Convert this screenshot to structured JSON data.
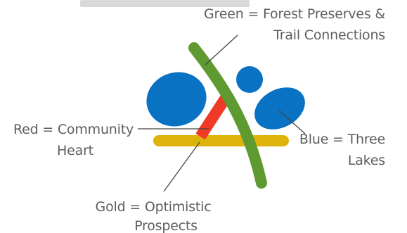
{
  "colors": {
    "background": "#ffffff",
    "top_bar": "#d9d9d9",
    "blue": "#0a72c2",
    "green": "#5e9a30",
    "red": "#ee3a26",
    "gold": "#deb30b",
    "label_text": "#5e5e5e",
    "leader_line": "#444444"
  },
  "legend": {
    "green": {
      "line1": "Green = Forest Preserves &",
      "line2": "Trail Connections"
    },
    "red": {
      "line1": "Red = Community",
      "line2": "Heart"
    },
    "blue": {
      "line1": "Blue = Three",
      "line2": "Lakes"
    },
    "gold": {
      "line1": "Gold = Optimistic",
      "line2": "Prospects"
    }
  }
}
